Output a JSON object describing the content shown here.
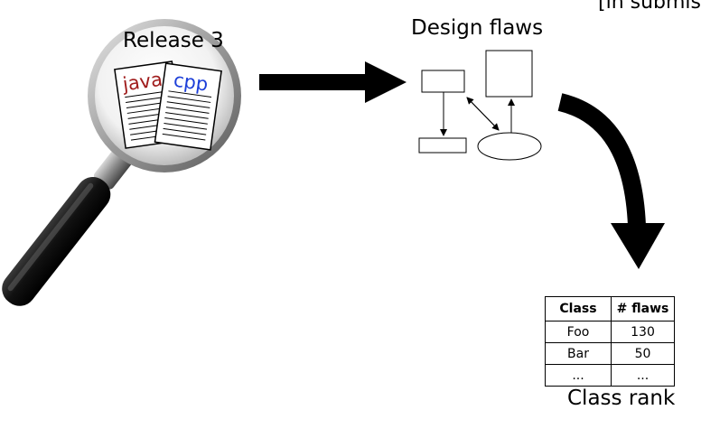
{
  "note": "[in submiss",
  "magnifier": {
    "title": "Release 3",
    "files": [
      {
        "label": "java",
        "color": "#a01c1c"
      },
      {
        "label": "cpp",
        "color": "#1d3fd8"
      }
    ]
  },
  "design_flaws": {
    "title": "Design flaws"
  },
  "class_rank": {
    "caption": "Class rank",
    "headers": [
      "Class",
      "# flaws"
    ],
    "rows": [
      [
        "Foo",
        "130"
      ],
      [
        "Bar",
        "50"
      ],
      [
        "...",
        "..."
      ]
    ]
  }
}
